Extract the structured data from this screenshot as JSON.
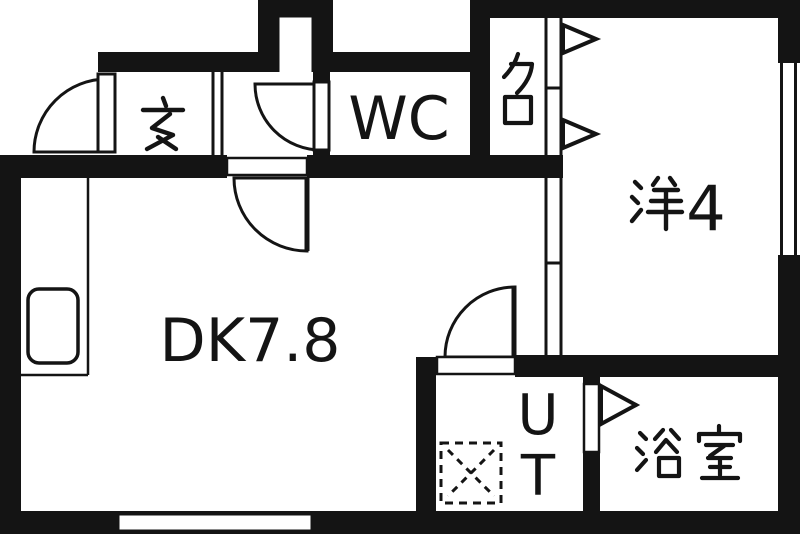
{
  "rooms": {
    "genkan": {
      "label": "玄"
    },
    "wc": {
      "label": "WC"
    },
    "closet": {
      "label": "クロ",
      "chars": [
        "ク",
        "ロ"
      ]
    },
    "western": {
      "label": "洋4",
      "kanji": "洋",
      "size": "4"
    },
    "dk": {
      "label": "DK7.8"
    },
    "utility": {
      "label": "UT",
      "chars": [
        "U",
        "T"
      ]
    },
    "bathroom": {
      "label": "浴室",
      "chars": [
        "浴",
        "室"
      ]
    }
  },
  "symbols": {
    "entrance_door": "hinged-door-arc",
    "wc_door": "hinged-door-arc",
    "dk_door": "hinged-door-arc",
    "ut_door": "hinged-door-arc",
    "closet_door": "triangle-markers",
    "bathroom_door": "triangle-marker",
    "partition": "sliding-panel",
    "washing_machine": "dashed-box-x",
    "kitchen_sink": "rounded-rect",
    "window_right": "double-line-window",
    "window_bottom": "framed-window"
  },
  "colors": {
    "wall": "#141414",
    "floor": "#ffffff"
  }
}
